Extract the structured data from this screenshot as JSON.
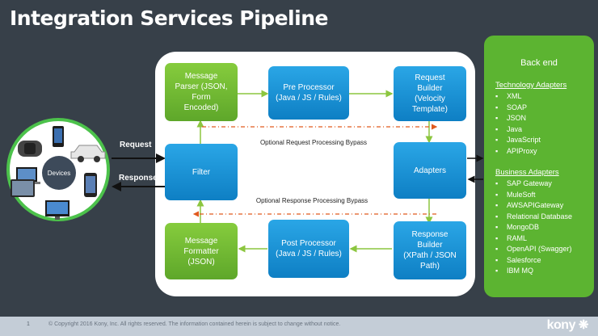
{
  "title": "Integration Services Pipeline",
  "devices": {
    "label": "Devices"
  },
  "flow": {
    "request": "Request",
    "response": "Response"
  },
  "nodes": {
    "message_parser": "Message\nParser (JSON,\nForm\nEncoded)",
    "pre_processor": "Pre Processor\n(Java / JS / Rules)",
    "request_builder": "Request\nBuilder\n(Velocity\nTemplate)",
    "filter": "Filter",
    "adapters": "Adapters",
    "message_formatter": "Message\nFormatter\n(JSON)",
    "post_processor": "Post Processor\n(Java / JS / Rules)",
    "response_builder": "Response\nBuilder\n(XPath / JSON\nPath)"
  },
  "bypass": {
    "request": "Optional Request Processing Bypass",
    "response": "Optional Response Processing Bypass"
  },
  "backend": {
    "title": "Back end",
    "technology_heading": "Technology Adapters",
    "technology": [
      "XML",
      "SOAP",
      "JSON",
      "Java",
      "JavaScript",
      "APIProxy"
    ],
    "business_heading": "Business Adapters",
    "business": [
      "SAP Gateway",
      "MuleSoft",
      "AWSAPIGateway",
      "Relational Database",
      "MongoDB",
      "RAML",
      "OpenAPI (Swagger)",
      "Salesforce",
      "IBM MQ"
    ]
  },
  "footer": {
    "page_number": "1",
    "copyright": "© Copyright 2016 Kony, Inc. All rights reserved.  The information contained herein is subject to change without notice.",
    "logo": "kony"
  },
  "colors": {
    "background": "#374049",
    "blue": "#1a94d8",
    "green": "#6cb830",
    "bypass_line": "#e05a1e",
    "backend": "#5cb431"
  }
}
